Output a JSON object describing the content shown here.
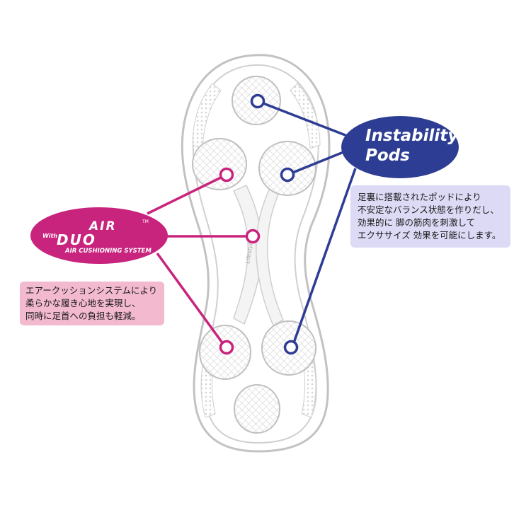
{
  "colors": {
    "pods_blue": "#2e3d94",
    "duoair_magenta": "#c8237d",
    "pods_desc_bg": "#dcdaf5",
    "air_desc_bg": "#f2b9cf",
    "sole_outline": "#c8c8c8"
  },
  "instability_pods": {
    "title_line1": "Instability",
    "title_line2": "Pods",
    "description": [
      "足裏に搭載されたポッドにより",
      "不安定なバランス状態を作りだし、",
      "効果的に 脚の筋肉を刺激して",
      "エクササイズ 効果を可能にします。"
    ]
  },
  "duo_air": {
    "with": "With",
    "duo": "DUO",
    "air": "AIR",
    "tm": "TM",
    "system": "AIR CUSHIONING SYSTEM",
    "description": [
      "エアークッションシステムにより",
      "柔らかな履き心地を実現し、",
      "同時に足首への負担も軽減。"
    ]
  }
}
